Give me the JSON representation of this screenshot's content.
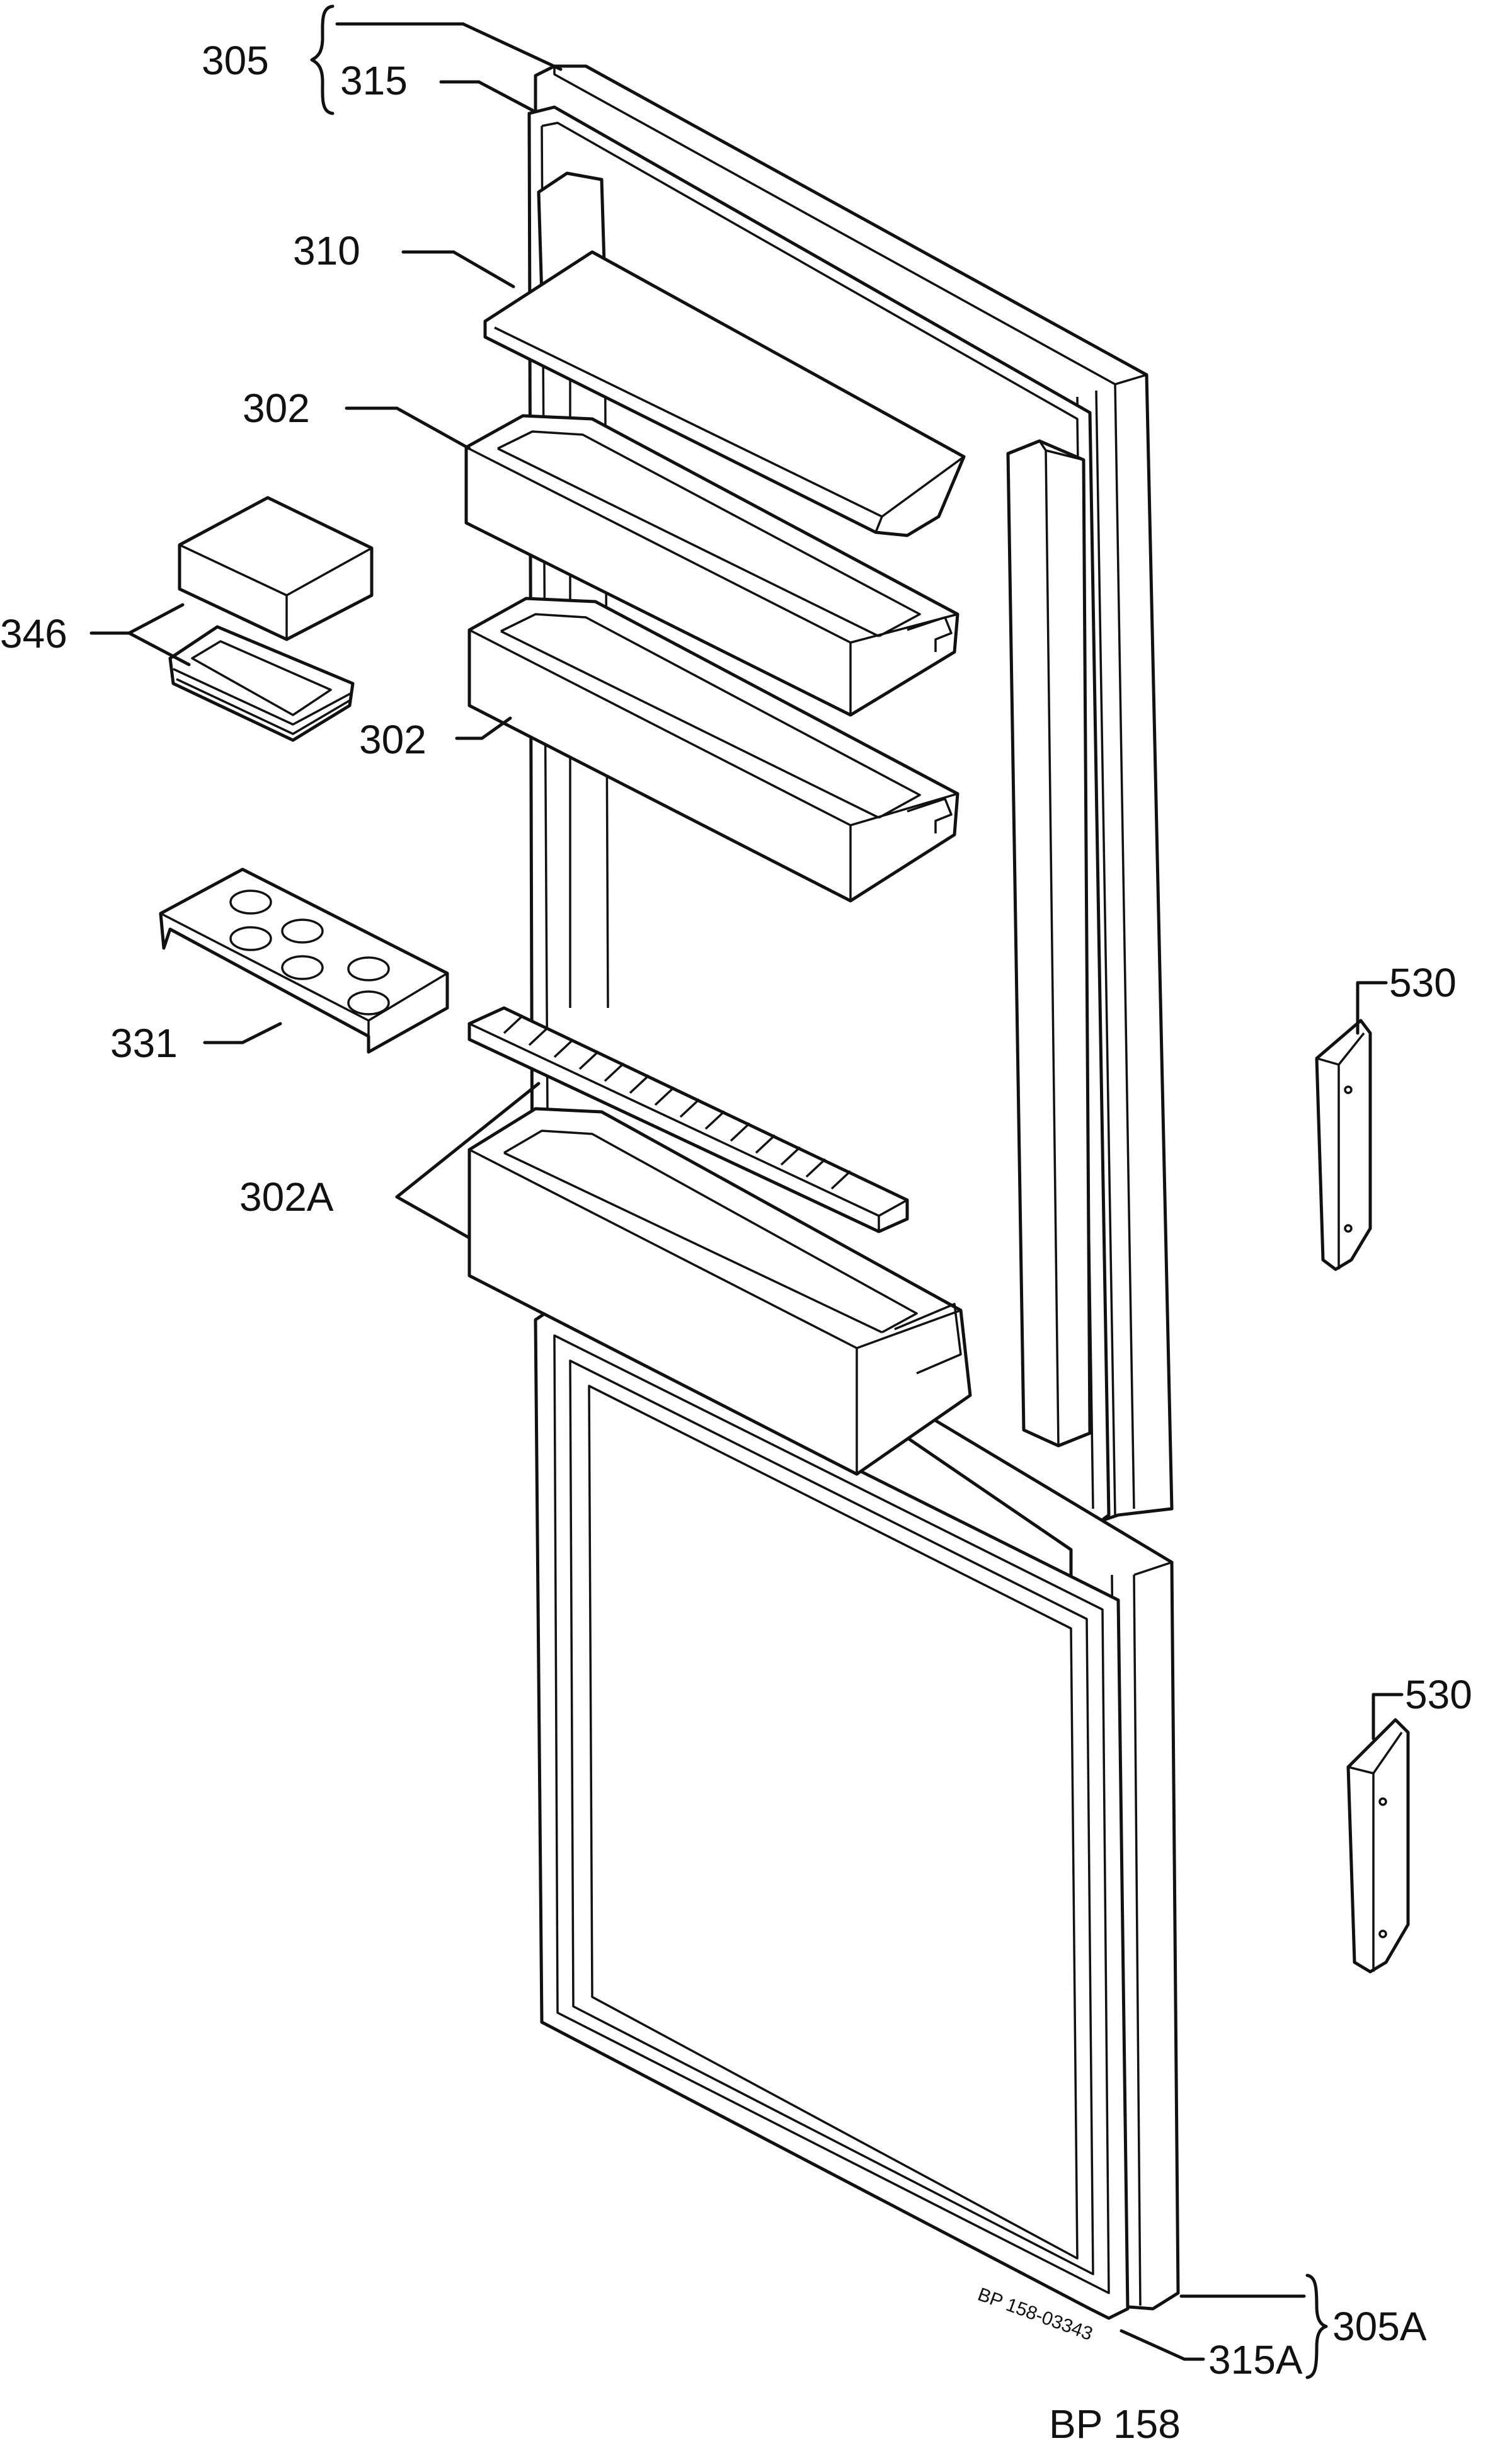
{
  "labels": {
    "door_assembly_upper": "305",
    "gasket_upper": "315",
    "shelf_flap": "310",
    "door_shelf_upper": "302",
    "door_shelf_middle": "302",
    "butter_box": "346",
    "egg_tray": "331",
    "bottle_shelf_and_rack": "302A",
    "handle_upper": "530",
    "handle_lower": "530",
    "door_assembly_lower": "305A",
    "gasket_lower": "315A"
  },
  "drawing_code": "BP 158-03343",
  "sheet_code": "BP 158"
}
